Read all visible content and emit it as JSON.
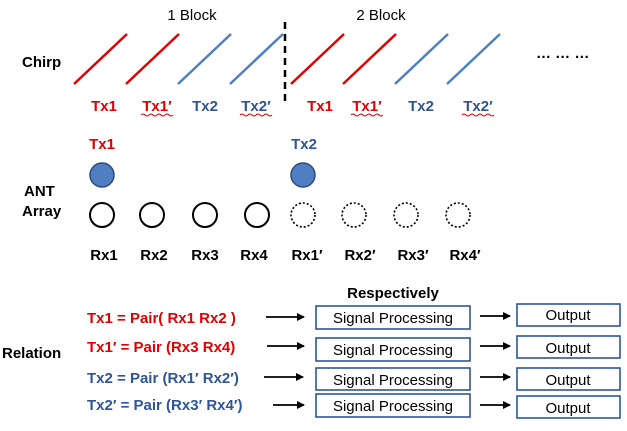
{
  "blocks": {
    "first": "1 Block",
    "second": "2 Block",
    "ellipsis": "… … …"
  },
  "labels": {
    "chirp": "Chirp",
    "ant": "ANT",
    "array": "Array",
    "relation": "Relation",
    "respectively": "Respectively"
  },
  "chirp_tx": {
    "b1": [
      "Tx1",
      "Tx1′",
      "Tx2",
      "Tx2′"
    ],
    "b2": [
      "Tx1",
      "Tx1′",
      "Tx2",
      "Tx2′"
    ]
  },
  "ant_tx": [
    "Tx1",
    "Tx2"
  ],
  "rx": [
    "Rx1",
    "Rx2",
    "Rx3",
    "Rx4",
    "Rx1′",
    "Rx2′",
    "Rx3′",
    "Rx4′"
  ],
  "relations": [
    {
      "eq": "Tx1 = Pair( Rx1 Rx2 )",
      "process": "Signal Processing",
      "output": "Output"
    },
    {
      "eq": "Tx1′ = Pair (Rx3 Rx4)",
      "process": "Signal Processing",
      "output": "Output"
    },
    {
      "eq": "Tx2 = Pair (Rx1′ Rx2′)",
      "process": "Signal Processing",
      "output": "Output"
    },
    {
      "eq": "Tx2′ = Pair (Rx3′ Rx4′)",
      "process": "Signal Processing",
      "output": "Output"
    }
  ],
  "colors": {
    "red": "#e00000",
    "blue": "#2e5597",
    "antenna_fill": "#4f7fc1"
  }
}
